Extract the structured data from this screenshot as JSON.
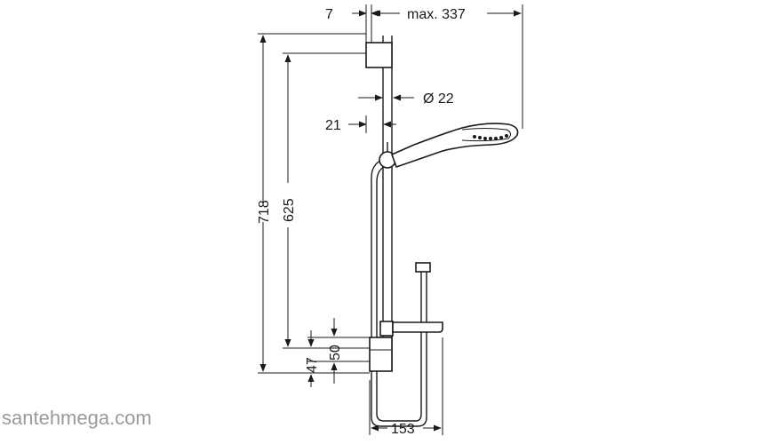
{
  "dimensions": {
    "offset_top": "7",
    "max_reach": "max. 337",
    "diameter": "Ø 22",
    "rail_offset": "21",
    "total_height": "718",
    "rail_height": "625",
    "holder_height": "50",
    "bottom_offset": "47",
    "shelf_width": "153"
  },
  "watermark": "santehmega.com",
  "colors": {
    "line": "#1a1a1a",
    "watermark": "#9a9a9a",
    "background": "#ffffff"
  }
}
